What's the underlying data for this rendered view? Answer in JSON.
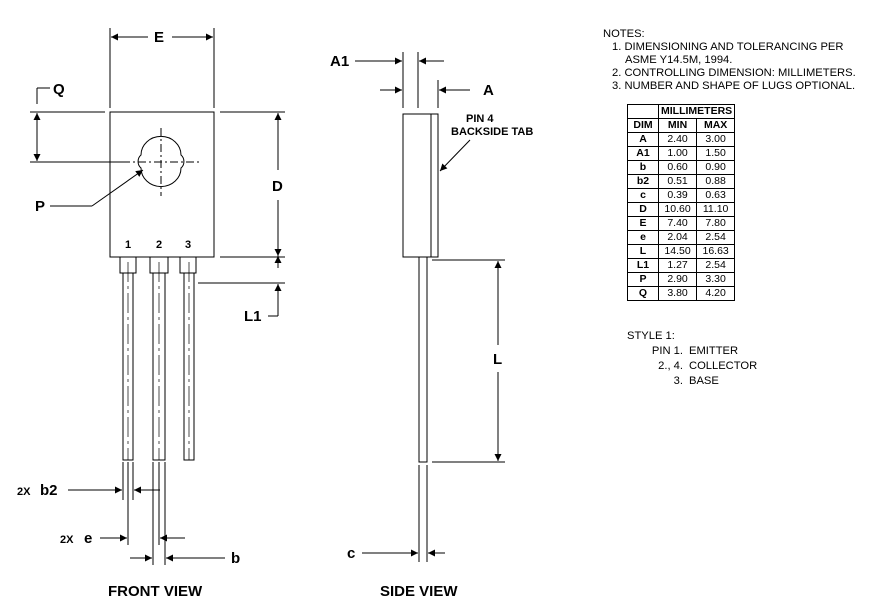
{
  "front_view": {
    "title": "FRONT VIEW",
    "labels": {
      "E": "E",
      "Q": "Q",
      "P": "P",
      "D": "D",
      "L1": "L1",
      "b2": "b2",
      "e": "e",
      "b": "b",
      "two_x_b2": "2X",
      "two_x_e": "2X"
    },
    "pins": [
      "1",
      "2",
      "3"
    ]
  },
  "side_view": {
    "title": "SIDE VIEW",
    "labels": {
      "A1": "A1",
      "A": "A",
      "L": "L",
      "c": "c",
      "pin4_line1": "PIN 4",
      "pin4_line2": "BACKSIDE TAB"
    }
  },
  "notes": {
    "heading": "NOTES:",
    "items": [
      "1. DIMENSIONING AND TOLERANCING PER",
      "ASME Y14.5M, 1994.",
      "2. CONTROLLING DIMENSION: MILLIMETERS.",
      "3. NUMBER AND SHAPE OF LUGS OPTIONAL."
    ]
  },
  "table": {
    "group_header": "MILLIMETERS",
    "col_dim": "DIM",
    "col_min": "MIN",
    "col_max": "MAX",
    "rows": [
      {
        "dim": "A",
        "min": "2.40",
        "max": "3.00"
      },
      {
        "dim": "A1",
        "min": "1.00",
        "max": "1.50"
      },
      {
        "dim": "b",
        "min": "0.60",
        "max": "0.90"
      },
      {
        "dim": "b2",
        "min": "0.51",
        "max": "0.88"
      },
      {
        "dim": "c",
        "min": "0.39",
        "max": "0.63"
      },
      {
        "dim": "D",
        "min": "10.60",
        "max": "11.10"
      },
      {
        "dim": "E",
        "min": "7.40",
        "max": "7.80"
      },
      {
        "dim": "e",
        "min": "2.04",
        "max": "2.54"
      },
      {
        "dim": "L",
        "min": "14.50",
        "max": "16.63"
      },
      {
        "dim": "L1",
        "min": "1.27",
        "max": "2.54"
      },
      {
        "dim": "P",
        "min": "2.90",
        "max": "3.30"
      },
      {
        "dim": "Q",
        "min": "3.80",
        "max": "4.20"
      }
    ]
  },
  "style": {
    "heading": "STYLE 1:",
    "pins": [
      {
        "pin": "PIN 1.",
        "name": "EMITTER"
      },
      {
        "pin": "2., 4.",
        "name": "COLLECTOR"
      },
      {
        "pin": "3.",
        "name": "BASE"
      }
    ]
  }
}
